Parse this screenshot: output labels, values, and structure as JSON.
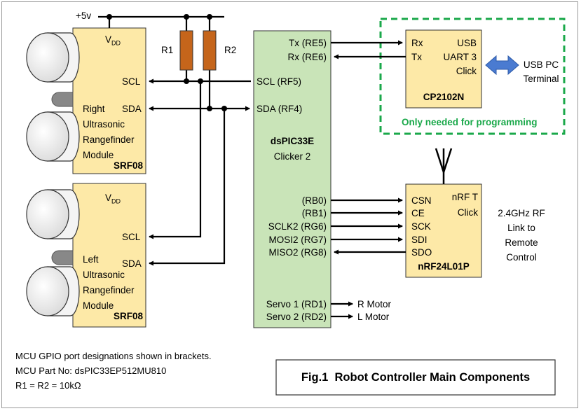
{
  "supply": {
    "label": "+5v"
  },
  "resistors": {
    "r1": "R1",
    "r2": "R2"
  },
  "right_sensor": {
    "vdd": "V",
    "vdd_sub": "DD",
    "scl": "SCL",
    "sda": "SDA",
    "name_lines": [
      "Right",
      "Ultrasonic",
      "Rangefinder",
      "Module"
    ],
    "part": "SRF08"
  },
  "left_sensor": {
    "vdd": "V",
    "vdd_sub": "DD",
    "scl": "SCL",
    "sda": "SDA",
    "name_lines": [
      "Left",
      "Ultrasonic",
      "Rangefinder",
      "Module"
    ],
    "part": "SRF08"
  },
  "mcu": {
    "name": "dsPIC33E",
    "board": "Clicker 2",
    "pins": {
      "tx": "Tx (RE5)",
      "rx": "Rx (RE6)",
      "scl": "SCL (RF5)",
      "sda": "SDA (RF4)",
      "rb0": "(RB0)",
      "rb1": "(RB1)",
      "sclk2": "SCLK2 (RG6)",
      "mosi2": "MOSI2 (RG7)",
      "miso2": "MISO2 (RG8)",
      "servo1": "Servo 1 (RD1)",
      "servo2": "Servo 2 (RD2)"
    }
  },
  "usb_uart": {
    "rx": "Rx",
    "tx": "Tx",
    "title_lines": [
      "USB",
      "UART 3",
      "Click"
    ],
    "part": "CP2102N",
    "note": "Only needed for programming",
    "pc_label_lines": [
      "USB PC",
      "Terminal"
    ]
  },
  "rf": {
    "pins": [
      "CSN",
      "CE",
      "SCK",
      "SDI",
      "SDO"
    ],
    "title_lines": [
      "nRF T",
      "Click"
    ],
    "part": "nRF24L01P",
    "link_lines": [
      "2.4GHz RF",
      "Link to",
      "Remote",
      "Control"
    ]
  },
  "motors": {
    "r": "R Motor",
    "l": "L Motor"
  },
  "notes": [
    "MCU GPIO port designations shown in brackets.",
    "MCU Part No: dsPIC33EP512MU810",
    "R1 = R2 = 10kΩ"
  ],
  "caption": "Fig.1  Robot Controller Main Components",
  "colors": {
    "module_fill": "#fde9a7",
    "mcu_fill": "#c9e4b8",
    "resistor_fill": "#c5651b",
    "programming_box": "#1aa84a",
    "usb_arrow": "#4a7bd1"
  }
}
